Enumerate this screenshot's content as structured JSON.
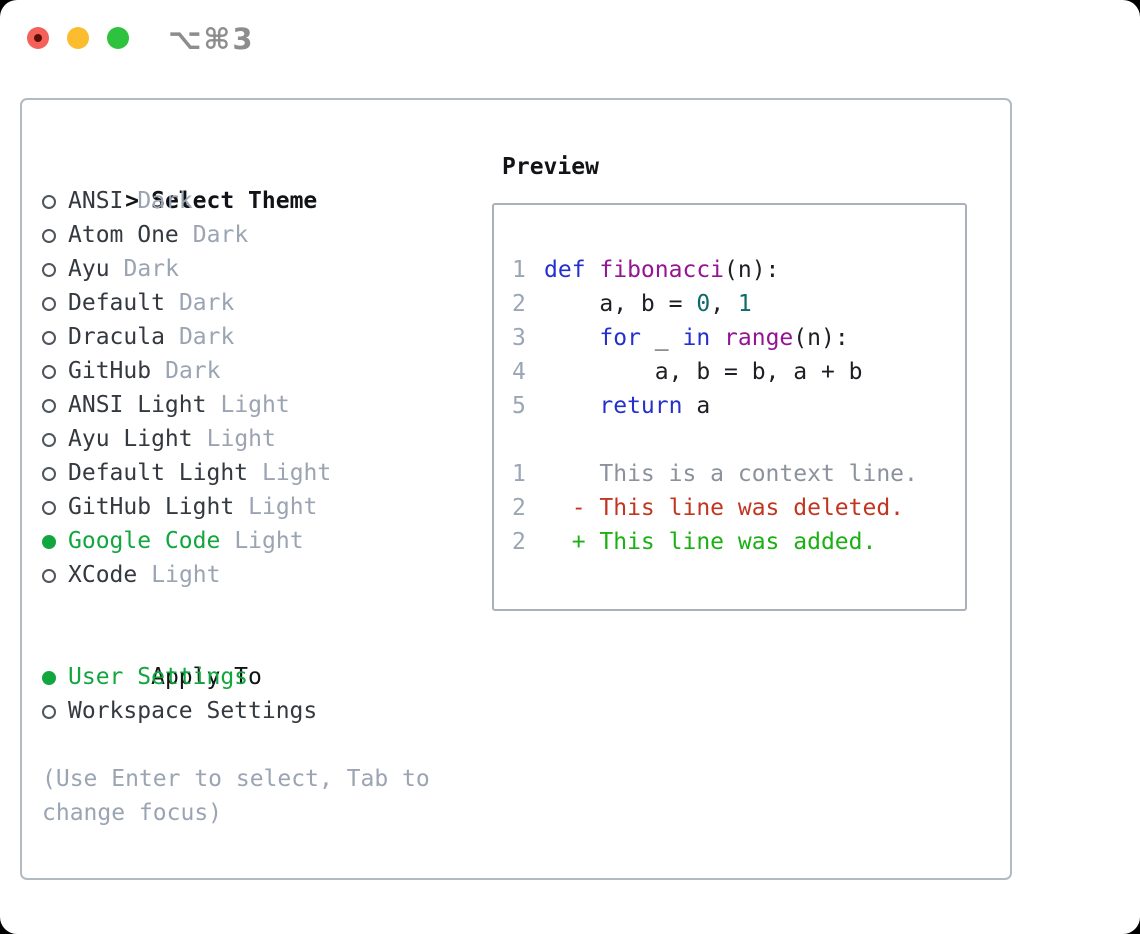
{
  "titlebar": {
    "title": "⌥⌘3"
  },
  "select_theme": {
    "prompt": ">",
    "header": "Select Theme",
    "items": [
      {
        "label": "ANSI",
        "variant": "Dark",
        "selected": false
      },
      {
        "label": "Atom One",
        "variant": "Dark",
        "selected": false
      },
      {
        "label": "Ayu",
        "variant": "Dark",
        "selected": false
      },
      {
        "label": "Default",
        "variant": "Dark",
        "selected": false
      },
      {
        "label": "Dracula",
        "variant": "Dark",
        "selected": false
      },
      {
        "label": "GitHub",
        "variant": "Dark",
        "selected": false
      },
      {
        "label": "ANSI Light",
        "variant": "Light",
        "selected": false
      },
      {
        "label": "Ayu Light",
        "variant": "Light",
        "selected": false
      },
      {
        "label": "Default Light",
        "variant": "Light",
        "selected": false
      },
      {
        "label": "GitHub Light",
        "variant": "Light",
        "selected": false
      },
      {
        "label": "Google Code",
        "variant": "Light",
        "selected": true
      },
      {
        "label": "XCode",
        "variant": "Light",
        "selected": false
      }
    ]
  },
  "apply_to": {
    "header": "Apply To",
    "items": [
      {
        "label": "User Settings",
        "selected": true
      },
      {
        "label": "Workspace Settings",
        "selected": false
      }
    ]
  },
  "hint": {
    "line1": "(Use Enter to select, Tab to",
    "line2": "change focus)"
  },
  "preview": {
    "header": "Preview",
    "code_lines": [
      {
        "num": "1",
        "segments": [
          {
            "t": "def ",
            "c": "kwd"
          },
          {
            "t": "fibonacci",
            "c": "typ"
          },
          {
            "t": "(n):",
            "c": "pln"
          }
        ]
      },
      {
        "num": "2",
        "segments": [
          {
            "t": "    a, b = ",
            "c": "pln"
          },
          {
            "t": "0",
            "c": "lit"
          },
          {
            "t": ", ",
            "c": "pln"
          },
          {
            "t": "1",
            "c": "lit"
          }
        ]
      },
      {
        "num": "3",
        "segments": [
          {
            "t": "    ",
            "c": "pln"
          },
          {
            "t": "for",
            "c": "kwd"
          },
          {
            "t": " _ ",
            "c": "pln"
          },
          {
            "t": "in",
            "c": "kwd"
          },
          {
            "t": " ",
            "c": "pln"
          },
          {
            "t": "range",
            "c": "typ"
          },
          {
            "t": "(n):",
            "c": "pln"
          }
        ]
      },
      {
        "num": "4",
        "segments": [
          {
            "t": "        a, b = b, a + b",
            "c": "pln"
          }
        ]
      },
      {
        "num": "5",
        "segments": [
          {
            "t": "    ",
            "c": "pln"
          },
          {
            "t": "return",
            "c": "kwd"
          },
          {
            "t": " a",
            "c": "pln"
          }
        ]
      }
    ],
    "diff_lines": [
      {
        "num": "1",
        "segments": [
          {
            "t": "    This is a context line.",
            "c": "ctx"
          }
        ]
      },
      {
        "num": "2",
        "segments": [
          {
            "t": "  - This line was deleted.",
            "c": "del"
          }
        ]
      },
      {
        "num": "2",
        "segments": [
          {
            "t": "  + This line was added.",
            "c": "add"
          }
        ]
      }
    ]
  },
  "colors": {
    "accent_green": "#12a63f",
    "keyword_blue": "#2430cc",
    "type_purple": "#941494",
    "literal_teal": "#0e6b6b",
    "diff_red": "#c23621",
    "diff_green": "#1bb013",
    "muted_gray": "#9ba4b3",
    "traffic_red": "#f4605a",
    "traffic_yellow": "#fbbd2d",
    "traffic_green": "#2fc23f"
  }
}
